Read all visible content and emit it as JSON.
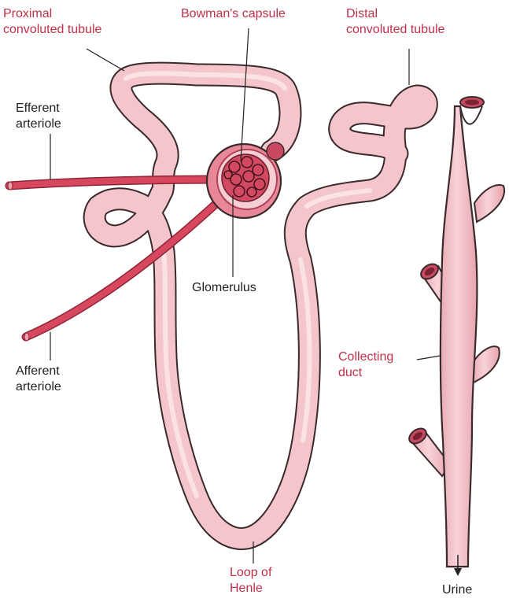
{
  "labels": {
    "proximal": [
      "Proximal",
      "convoluted tubule"
    ],
    "bowman": "Bowman's capsule",
    "distal": [
      "Distal",
      "convoluted tubule"
    ],
    "efferent": [
      "Efferent",
      "arteriole"
    ],
    "glomerulus": "Glomerulus",
    "afferent": [
      "Afferent",
      "arteriole"
    ],
    "collecting": [
      "Collecting",
      "duct"
    ],
    "loop": [
      "Loop of",
      "Henle"
    ],
    "urine": "Urine"
  },
  "colors": {
    "tubule_fill": "#f4c6cc",
    "tubule_edge": "#d9a0a8",
    "outline": "#3a2a2c",
    "vessel": "#d7485f",
    "capsule": "#c94a60",
    "capsule_light": "#e78797",
    "label_red": "#c0304a",
    "label_dark": "#222222"
  }
}
